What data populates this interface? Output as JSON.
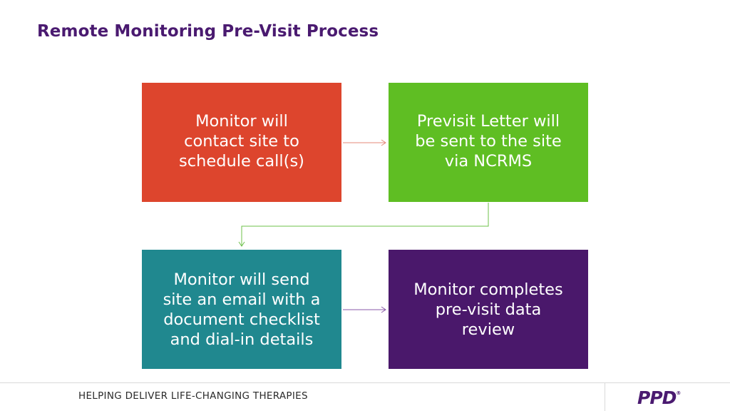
{
  "title": "Remote Monitoring Pre-Visit Process",
  "colors": {
    "title": "#4a1a70",
    "step1": "#dd452d",
    "step2": "#5fbe23",
    "step3": "#20888f",
    "step4": "#4a186b",
    "arrow_red": "#e58a7a",
    "arrow_green": "#6cc04a",
    "arrow_purple": "#8a5aa8"
  },
  "steps": [
    {
      "text": "Monitor will\ncontact site to\nschedule call(s)"
    },
    {
      "text": "Previsit Letter will\nbe sent to the site\nvia NCRMS"
    },
    {
      "text": "Monitor will send\nsite an email with a\ndocument checklist\nand dial-in details"
    },
    {
      "text": "Monitor completes\npre-visit data\nreview"
    }
  ],
  "footer": {
    "tagline": "HELPING DELIVER LIFE-CHANGING THERAPIES",
    "logo": "PPD",
    "logo_mark": "®"
  }
}
